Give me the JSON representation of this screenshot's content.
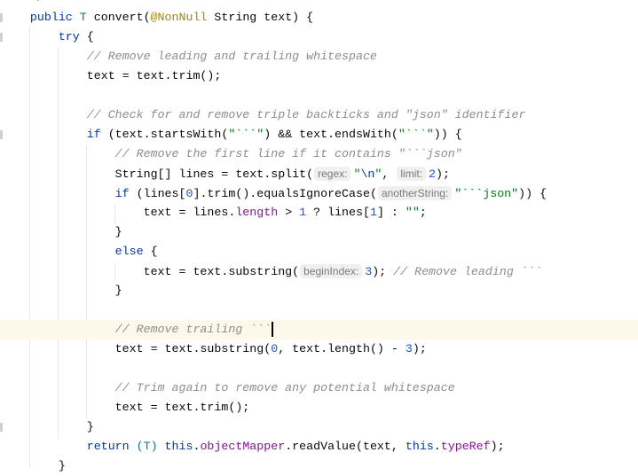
{
  "editor": {
    "current_line": 17,
    "lines": [
      {
        "indent": 4,
        "tokens": [
          {
            "t": "*/",
            "c": "c"
          }
        ]
      },
      {
        "indent": 4,
        "tokens": [
          {
            "t": "public ",
            "c": "k"
          },
          {
            "t": "T ",
            "c": "t"
          },
          {
            "t": "convert(",
            "c": "p"
          },
          {
            "t": "@NonNull",
            "c": "a"
          },
          {
            "t": " String text) {",
            "c": "p"
          }
        ]
      },
      {
        "indent": 8,
        "tokens": [
          {
            "t": "try ",
            "c": "k"
          },
          {
            "t": "{",
            "c": "p"
          }
        ]
      },
      {
        "indent": 12,
        "tokens": [
          {
            "t": "// Remove leading and trailing whitespace",
            "c": "c"
          }
        ]
      },
      {
        "indent": 12,
        "tokens": [
          {
            "t": "text = text.trim();",
            "c": "p"
          }
        ]
      },
      {
        "indent": 0,
        "tokens": []
      },
      {
        "indent": 12,
        "tokens": [
          {
            "t": "// Check for and remove triple backticks and \"json\" identifier",
            "c": "c"
          }
        ]
      },
      {
        "indent": 12,
        "tokens": [
          {
            "t": "if ",
            "c": "k"
          },
          {
            "t": "(text.startsWith(",
            "c": "p"
          },
          {
            "t": "\"```\"",
            "c": "s"
          },
          {
            "t": ") && text.endsWith(",
            "c": "p"
          },
          {
            "t": "\"```\"",
            "c": "s"
          },
          {
            "t": ")) {",
            "c": "p"
          }
        ]
      },
      {
        "indent": 16,
        "tokens": [
          {
            "t": "// Remove the first line if it contains \"```json\"",
            "c": "c"
          }
        ]
      },
      {
        "indent": 16,
        "tokens": [
          {
            "t": "String[] lines = text.split(",
            "c": "p"
          },
          {
            "t": "regex:",
            "c": "h"
          },
          {
            "t": "\"",
            "c": "s"
          },
          {
            "t": "\\n",
            "c": "e"
          },
          {
            "t": "\"",
            "c": "s"
          },
          {
            "t": ", ",
            "c": "p"
          },
          {
            "t": "limit:",
            "c": "h"
          },
          {
            "t": "2",
            "c": "n"
          },
          {
            "t": ");",
            "c": "p"
          }
        ]
      },
      {
        "indent": 16,
        "tokens": [
          {
            "t": "if ",
            "c": "k"
          },
          {
            "t": "(lines[",
            "c": "p"
          },
          {
            "t": "0",
            "c": "n"
          },
          {
            "t": "].trim().equalsIgnoreCase(",
            "c": "p"
          },
          {
            "t": "anotherString:",
            "c": "h"
          },
          {
            "t": "\"```json\"",
            "c": "s"
          },
          {
            "t": ")) {",
            "c": "p"
          }
        ]
      },
      {
        "indent": 20,
        "tokens": [
          {
            "t": "text = lines.",
            "c": "p"
          },
          {
            "t": "length",
            "c": "f"
          },
          {
            "t": " > ",
            "c": "p"
          },
          {
            "t": "1",
            "c": "n"
          },
          {
            "t": " ? lines[",
            "c": "p"
          },
          {
            "t": "1",
            "c": "n"
          },
          {
            "t": "] : ",
            "c": "p"
          },
          {
            "t": "\"\"",
            "c": "s"
          },
          {
            "t": ";",
            "c": "p"
          }
        ]
      },
      {
        "indent": 16,
        "tokens": [
          {
            "t": "}",
            "c": "p"
          }
        ]
      },
      {
        "indent": 16,
        "tokens": [
          {
            "t": "else ",
            "c": "k"
          },
          {
            "t": "{",
            "c": "p"
          }
        ]
      },
      {
        "indent": 20,
        "tokens": [
          {
            "t": "text = text.substring(",
            "c": "p"
          },
          {
            "t": "beginIndex:",
            "c": "h"
          },
          {
            "t": "3",
            "c": "n"
          },
          {
            "t": "); ",
            "c": "p"
          },
          {
            "t": "// Remove leading ```",
            "c": "c"
          }
        ]
      },
      {
        "indent": 16,
        "tokens": [
          {
            "t": "}",
            "c": "p"
          }
        ]
      },
      {
        "indent": 0,
        "tokens": []
      },
      {
        "indent": 16,
        "tokens": [
          {
            "t": "// Remove trailing ```",
            "c": "c"
          }
        ]
      },
      {
        "indent": 16,
        "tokens": [
          {
            "t": "text = text.substring(",
            "c": "p"
          },
          {
            "t": "0",
            "c": "n"
          },
          {
            "t": ", text.length() - ",
            "c": "p"
          },
          {
            "t": "3",
            "c": "n"
          },
          {
            "t": ");",
            "c": "p"
          }
        ]
      },
      {
        "indent": 0,
        "tokens": []
      },
      {
        "indent": 16,
        "tokens": [
          {
            "t": "// Trim again to remove any potential whitespace",
            "c": "c"
          }
        ]
      },
      {
        "indent": 16,
        "tokens": [
          {
            "t": "text = text.trim();",
            "c": "p"
          }
        ]
      },
      {
        "indent": 12,
        "tokens": [
          {
            "t": "}",
            "c": "p"
          }
        ]
      },
      {
        "indent": 12,
        "tokens": [
          {
            "t": "return ",
            "c": "k"
          },
          {
            "t": "(T) ",
            "c": "t"
          },
          {
            "t": "this",
            "c": "k"
          },
          {
            "t": ".",
            "c": "p"
          },
          {
            "t": "objectMapper",
            "c": "f"
          },
          {
            "t": ".readValue(text, ",
            "c": "p"
          },
          {
            "t": "this",
            "c": "k"
          },
          {
            "t": ".",
            "c": "p"
          },
          {
            "t": "typeRef",
            "c": "f"
          },
          {
            "t": ");",
            "c": "p"
          }
        ]
      },
      {
        "indent": 8,
        "tokens": [
          {
            "t": "}",
            "c": "p"
          }
        ]
      }
    ]
  }
}
